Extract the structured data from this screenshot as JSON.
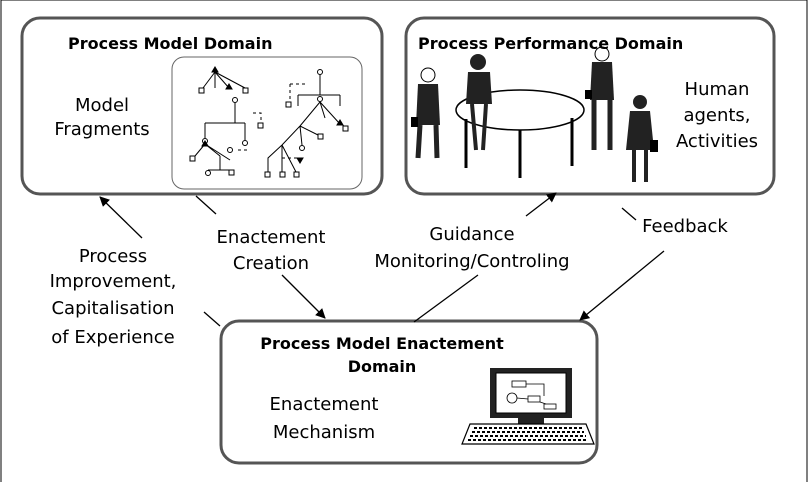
{
  "domains": {
    "model": {
      "title": "Process Model Domain",
      "label_line1": "Model",
      "label_line2": "Fragments"
    },
    "performance": {
      "title": "Process Performance Domain",
      "label_line1": "Human",
      "label_line2": "agents,",
      "label_line3": "Activities"
    },
    "enactment": {
      "title_line1": "Process Model Enactement",
      "title_line2": "Domain",
      "label_line1": "Enactement",
      "label_line2": "Mechanism"
    }
  },
  "flows": {
    "improvement": {
      "line1": "Process",
      "line2": "Improvement,",
      "line3": "Capitalisation",
      "line4": "of Experience"
    },
    "creation": {
      "line1": "Enactement",
      "line2": "Creation"
    },
    "guidance": {
      "line1": "Guidance",
      "line2": "Monitoring/Controling"
    },
    "feedback": {
      "line1": "Feedback"
    }
  },
  "icons": {
    "model_fragments": "tree-diagram-icon",
    "meeting": "people-around-table-icon",
    "computer": "computer-workstation-icon"
  }
}
